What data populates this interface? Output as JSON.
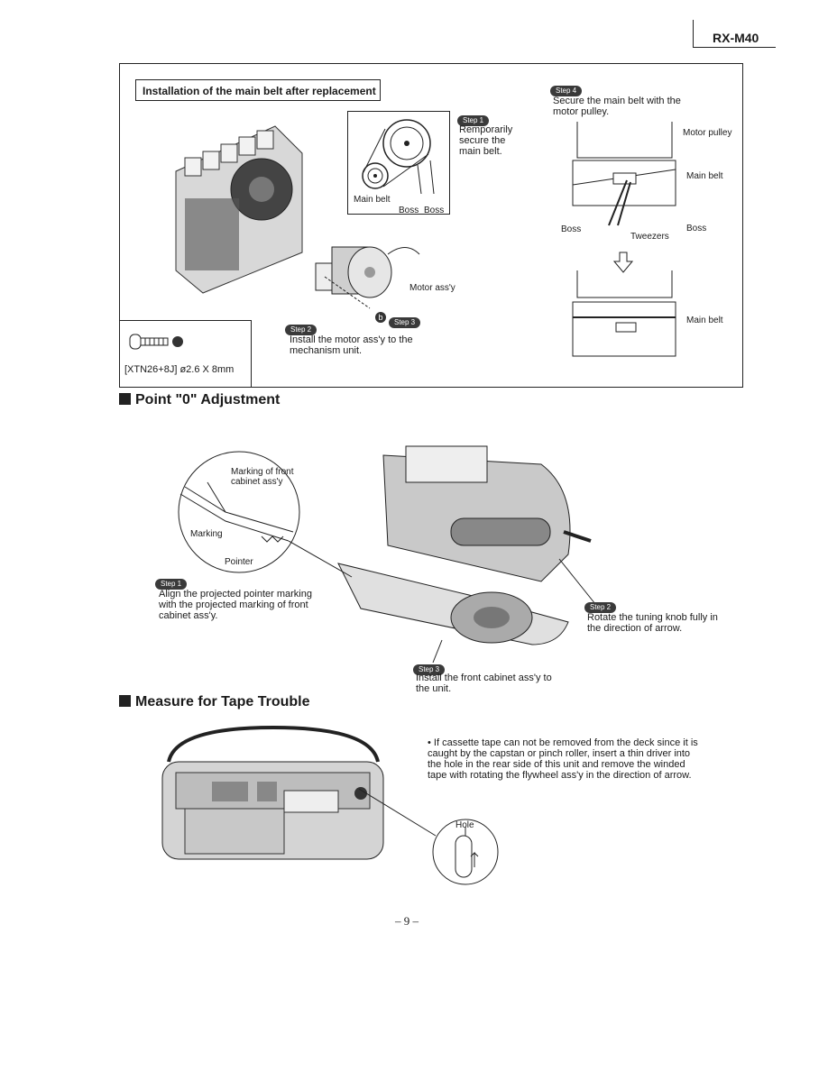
{
  "header": {
    "model": "RX-M40"
  },
  "section1": {
    "title": "Installation of the main belt after replacement",
    "step1": {
      "badge": "Step 1",
      "text": "Remporarily secure the main belt."
    },
    "step2": {
      "badge": "Step 2",
      "text": "Install the motor ass'y to the mechanism unit."
    },
    "step3": {
      "badge": "Step 3"
    },
    "step4": {
      "badge": "Step 4",
      "text": "Secure the main belt with the motor pulley."
    },
    "labels": {
      "main_belt": "Main belt",
      "boss": "Boss",
      "motor_assy": "Motor ass'y",
      "motor_pulley": "Motor pulley",
      "tweezers": "Tweezers",
      "screw_marker": "b"
    },
    "screw_spec": "[XTN26+8J] ø2.6 X 8mm"
  },
  "section2": {
    "title": "Point \"0\" Adjustment",
    "labels": {
      "marking_front": "Marking of front cabinet ass'y",
      "marking": "Marking",
      "pointer": "Pointer"
    },
    "step1": {
      "badge": "Step 1",
      "text": "Align the projected pointer marking with the projected marking of front cabinet ass'y."
    },
    "step2": {
      "badge": "Step 2",
      "text": "Rotate the tuning knob fully in the direction of arrow."
    },
    "step3": {
      "badge": "Step 3",
      "text": "Install the front cabinet ass'y to the unit."
    }
  },
  "section3": {
    "title": "Measure for Tape Trouble",
    "note": "If cassette tape can not be removed from the deck since it is caught by the capstan or pinch roller, insert a thin driver into the hole in the rear side of this unit and remove the winded tape with rotating the flywheel ass'y in the direction of arrow.",
    "hole_label": "Hole"
  },
  "footer": {
    "page": "– 9 –"
  }
}
